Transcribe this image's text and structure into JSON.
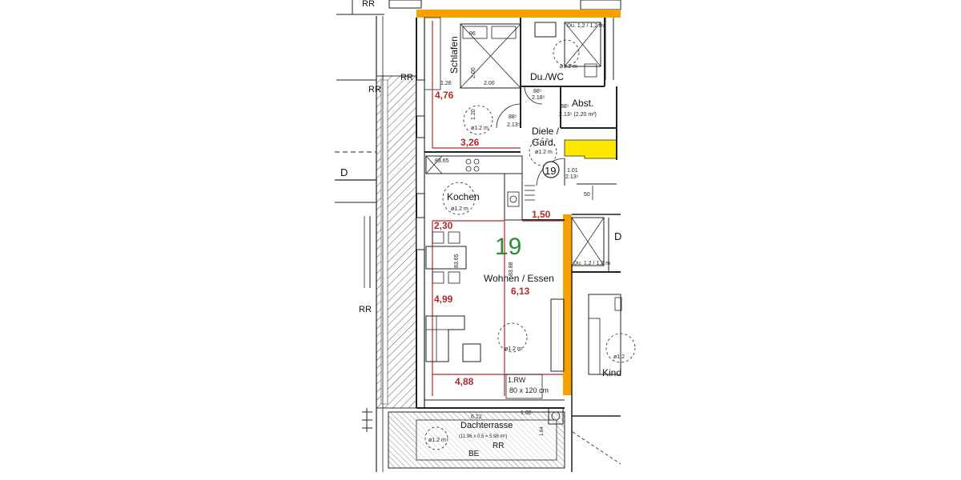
{
  "apartment": {
    "number": "19",
    "badge": "19"
  },
  "rooms": {
    "schlafen": "Schlafen",
    "du_wc": "Du./WC",
    "abst": "Abst.",
    "diele": "Diele /",
    "gard": "Gard.",
    "kochen": "Kochen",
    "wohnen": "Wohnen / Essen",
    "kind": "Kind",
    "terrasse": "Dachterrasse"
  },
  "red_dimensions": {
    "schlafen_height": "4,76",
    "schlafen_width": "3,26",
    "kitchen_depth": "1,50",
    "kitchen_height": "2,30",
    "living_height": "4,99",
    "living_mid": "6,13",
    "living_width": "4,88"
  },
  "annotations": {
    "rr_top": "RR",
    "rr_left": "RR",
    "rr_mid": "RR",
    "rr_bottom_left": "RR",
    "rr_terrace": "RR",
    "be": "BE",
    "d_left": "D",
    "d_right": "D",
    "light_kochen": "ø1.2 m",
    "light_living": "ø1.2 m",
    "light_schlafen": "ø1.2 m",
    "light_bath": "ø1.2 m",
    "light_diele": "ø1.2 m",
    "light_terrace": "ø1.2 m",
    "light_kind": "ø1.2",
    "du_size_top": "Du. 1,2 / 1,2 m",
    "du_size_right": "Du. 1,2 / 1,2 m",
    "abst_area": "2.13⁵ (2.20 m²)",
    "abst_door": "88⁵",
    "bath_door": "88⁵",
    "bath_door_h": "2.18⁵",
    "sleep_door": "88⁵",
    "sleep_door_h": "2.13⁵",
    "entry_door": "1.01",
    "entry_door_h": "2.13⁵",
    "bed_w": "2.00",
    "bed_h": "2.00",
    "bed_side": "1.26",
    "bed_small": "1.20",
    "wall_96": "96",
    "kitchen_window": "83.65",
    "dining_window": "83.65",
    "living_door": "83.88",
    "val_50": "50",
    "rw": "1.RW",
    "rw_size": "80 x 120 cm",
    "terrace_width": "6.12",
    "terrace_side": "1.00",
    "terrace_area": "(11.96 x 0.5 = 5.98 m²)",
    "terrace_side_h": "1.64"
  },
  "colors": {
    "wall_highlight": "#f6a100",
    "yellow_wall": "#ffe800",
    "dimension_red": "#b3282d",
    "apartment_green": "#2e8b2e",
    "hatch": "#444444"
  }
}
